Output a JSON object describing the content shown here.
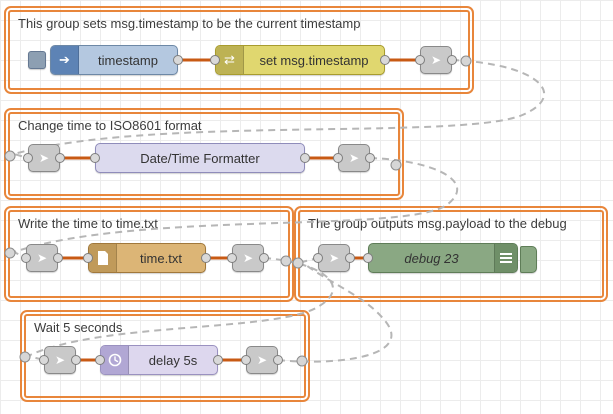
{
  "groups": [
    {
      "label": "This group sets msg.timestamp to be the current timestamp"
    },
    {
      "label": "Change time to ISO8601 format"
    },
    {
      "label": "Write the time to time.txt"
    },
    {
      "label": "The group outputs msg.payload to the debug"
    },
    {
      "label": "Wait 5 seconds"
    }
  ],
  "nodes": {
    "inject": {
      "label": "timestamp"
    },
    "change": {
      "label": "set msg.timestamp"
    },
    "formatter": {
      "label": "Date/Time Formatter"
    },
    "file": {
      "label": "time.txt"
    },
    "debug": {
      "label": "debug 23"
    },
    "delay": {
      "label": "delay 5s"
    }
  },
  "icons": {
    "inject_glyph": "➔",
    "change_glyph": "⇄",
    "link_glyph": "➤",
    "file": "document-shape",
    "delay": "clock-shape",
    "debug": "lines-shape"
  },
  "colors": {
    "group_border": "#e8863b",
    "wire": "#c85a14",
    "link_wire": "#b6b6b6",
    "inject_body": "#b4c8e0",
    "change_body": "#e0d76f",
    "formatter_body": "#dcdaee",
    "file_body": "#dcb576",
    "debug_body": "#8aa883",
    "delay_body": "#ddd7ee",
    "link_node": "#c9c9c9"
  }
}
